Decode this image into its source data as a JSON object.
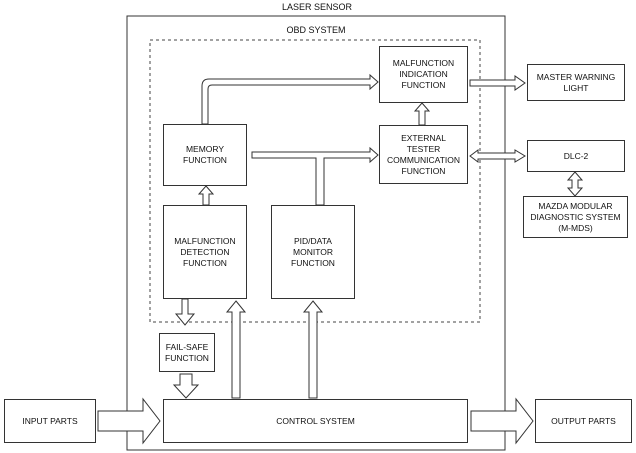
{
  "title": "LASER SENSOR",
  "obd_system_label": "OBD SYSTEM",
  "blocks": {
    "memory": "MEMORY\nFUNCTION",
    "malfunction_detection": "MALFUNCTION\nDETECTION\nFUNCTION",
    "pid_data_monitor": "PID/DATA\nMONITOR\nFUNCTION",
    "malfunction_indication": "MALFUNCTION\nINDICATION\nFUNCTION",
    "external_tester": "EXTERNAL\nTESTER\nCOMMUNICATION\nFUNCTION",
    "fail_safe": "FAIL-SAFE\nFUNCTION",
    "control_system": "CONTROL SYSTEM",
    "master_warning_light": "MASTER WARNING\nLIGHT",
    "dlc2": "DLC-2",
    "m_mds": "MAZDA MODULAR\nDIAGNOSTIC SYSTEM\n(M-MDS)",
    "input_parts": "INPUT PARTS",
    "output_parts": "OUTPUT PARTS"
  }
}
